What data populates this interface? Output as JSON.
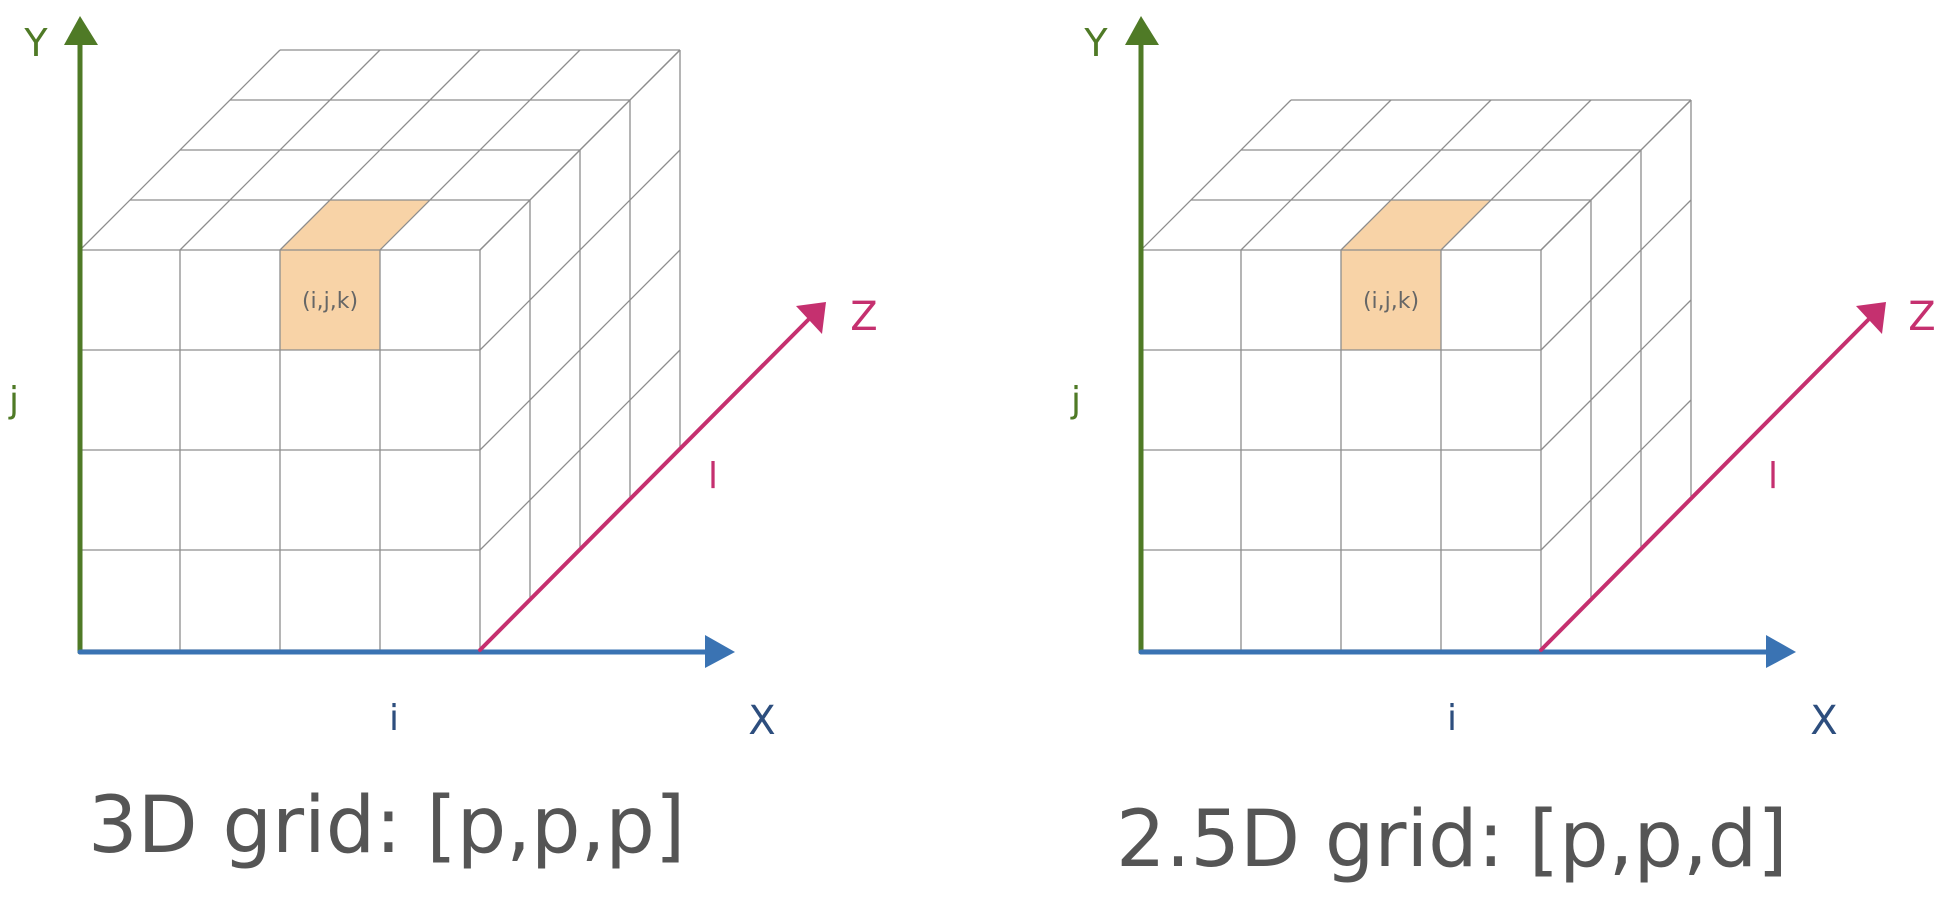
{
  "colors": {
    "y_axis": "#4f7a26",
    "x_axis": "#3a73b3",
    "z_axis": "#c5306f",
    "highlight_cell": "#f8d3a7",
    "grid_line": "#8d8d8d",
    "caption_text": "#555555",
    "axis_label_x": "#2d4e7e"
  },
  "left_diagram": {
    "y_axis_label": "Y",
    "x_axis_label": "X",
    "z_axis_label": "Z",
    "i_label": "i",
    "j_label": "j",
    "l_label": "l",
    "cell_label": "(i,j,k)",
    "caption": "3D grid: [p,p,p]",
    "depth_cells": 4
  },
  "right_diagram": {
    "y_axis_label": "Y",
    "x_axis_label": "X",
    "z_axis_label": "Z",
    "i_label": "i",
    "j_label": "j",
    "l_label": "l",
    "cell_label": "(i,j,k)",
    "caption": "2.5D grid: [p,p,d]",
    "depth_cells": 3
  }
}
